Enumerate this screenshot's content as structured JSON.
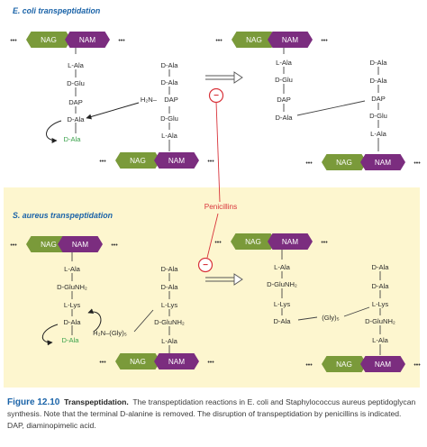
{
  "colors": {
    "nag_fill": "#7a9a3a",
    "nam_fill": "#7b2d7f",
    "heading_blue": "#1a63a8",
    "highlight_bg": "#fdf6cf",
    "inhibit_red": "#d8333a",
    "released_green": "#3aa24b"
  },
  "labels": {
    "ecoli_heading": "E. coli transpeptidation",
    "saureus_heading": "S. aureus transpeptidation",
    "nag": "NAG",
    "nam": "NAM",
    "ellipsis": "•••",
    "penicillins": "Penicillins",
    "inhibit_symbol": "−"
  },
  "ecoli": {
    "left_chain_1": [
      "L-Ala",
      "D-Glu",
      "DAP",
      "D-Ala"
    ],
    "left_released": "D-Ala",
    "left_chain_2": [
      "D-Ala",
      "D-Ala"
    ],
    "left_chain_2_dap": "DAP",
    "left_chain_2_h2n": "H₂N–",
    "left_chain_2_rest": [
      "D-Glu",
      "L-Ala"
    ],
    "right_chain_1": [
      "L-Ala",
      "D-Glu",
      "DAP",
      "D-Ala"
    ],
    "right_chain_2": [
      "D-Ala",
      "D-Ala",
      "DAP",
      "D-Glu",
      "L-Ala"
    ]
  },
  "saureus": {
    "left_chain_1": [
      "L-Ala",
      "D-GluNH₂",
      "L-Lys",
      "D-Ala"
    ],
    "left_released": "D-Ala",
    "left_gly": "H₂N–(Gly)₅",
    "left_chain_2": [
      "D-Ala",
      "D-Ala",
      "L-Lys",
      "D-GluNH₂",
      "L-Ala"
    ],
    "right_chain_1": [
      "L-Ala",
      "D-GluNH₂",
      "L-Lys",
      "D-Ala"
    ],
    "right_gly": "(Gly)₅",
    "right_chain_2": [
      "D-Ala",
      "D-Ala",
      "L-Lys",
      "D-GluNH₂",
      "L-Ala"
    ]
  },
  "caption": {
    "figure_number": "Figure 12.10",
    "title": "Transpeptidation.",
    "text": "The transpeptidation reactions in E. coli and Staphylococcus aureus peptidoglycan synthesis. Note that the terminal D-alanine is removed. The disruption of transpeptidation by penicillins is indicated. DAP, diaminopimelic acid."
  }
}
